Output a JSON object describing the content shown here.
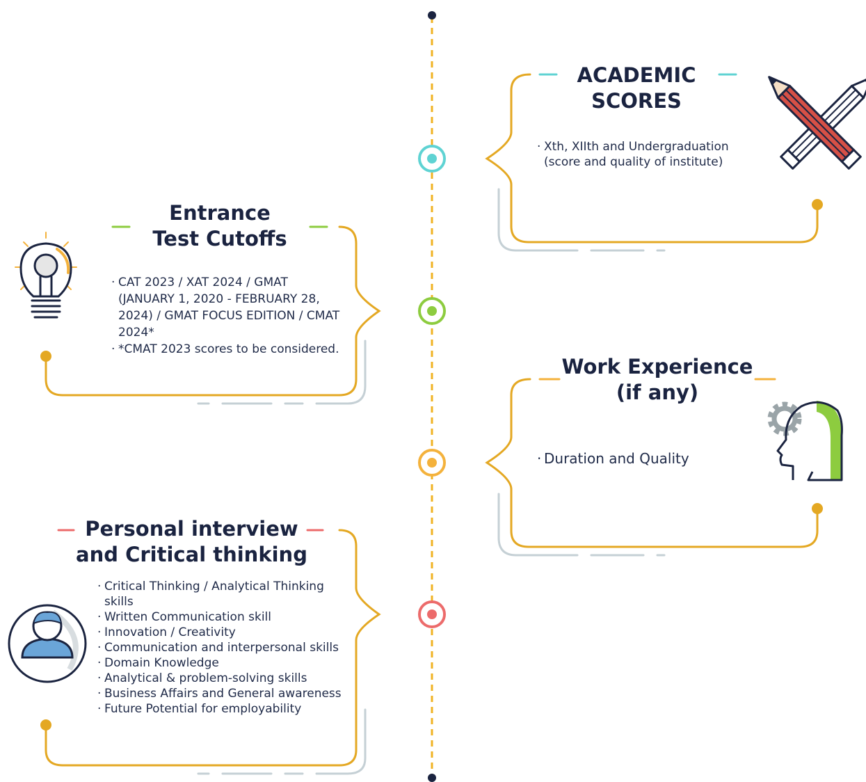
{
  "colors": {
    "timeline": "#f0b323",
    "dot_dark": "#1b2440",
    "bracket": "#e4a823",
    "shadow": "#c5d0d5",
    "title": "#1a2340",
    "teal": "#5fd3d3",
    "green": "#8dcc3f",
    "orange": "#f4b23c",
    "red": "#ec6b6b"
  },
  "sections": {
    "academic": {
      "title_lines": [
        "ACADEMIC",
        "SCORES"
      ],
      "bullets": [
        "Xth, XIIth and Undergraduation (score and quality of institute)"
      ],
      "icon": "crossed-pencils-icon",
      "accent": "#5fd3d3"
    },
    "entrance": {
      "title_lines": [
        "Entrance",
        "Test Cutoffs"
      ],
      "bullets": [
        "CAT 2023 / XAT 2024 / GMAT (JANUARY 1, 2020 - FEBRUARY 28, 2024) / GMAT FOCUS EDITION / CMAT 2024*",
        "*CMAT 2023 scores to be considered."
      ],
      "icon": "lightbulb-icon",
      "accent": "#8dcc3f"
    },
    "work": {
      "title_lines": [
        "Work Experience",
        "(if any)"
      ],
      "bullets": [
        "Duration and Quality"
      ],
      "icon": "head-gear-icon",
      "accent": "#f4b23c"
    },
    "interview": {
      "title_lines": [
        "Personal interview",
        "and Critical thinking"
      ],
      "bullets": [
        "Critical Thinking / Analytical Thinking skills",
        "Written Communication skill",
        "Innovation / Creativity",
        "Communication and interpersonal skills",
        "Domain Knowledge",
        "Analytical & problem-solving skills",
        "Business Affairs and General awareness",
        "Future Potential for employability"
      ],
      "icon": "person-avatar-icon",
      "accent": "#ec6b6b"
    }
  }
}
